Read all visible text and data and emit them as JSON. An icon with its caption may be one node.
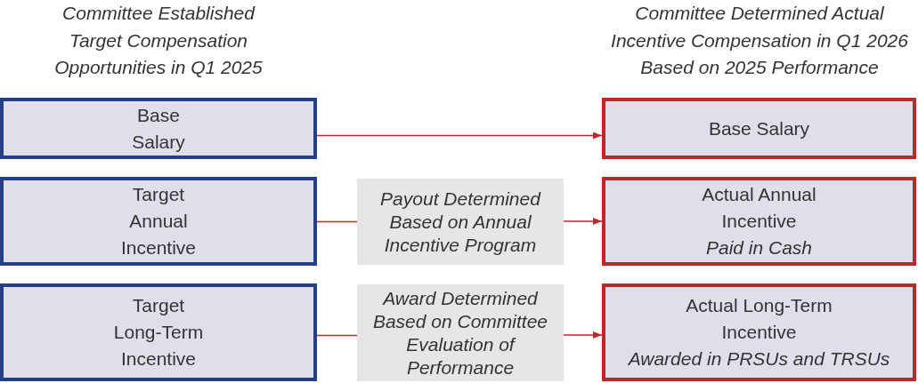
{
  "diagram": {
    "nodes": [
      {
        "text": [
          "Base Salary"
        ]
      },
      {
        "text": [
          "Base Salary"
        ]
      },
      {
        "text": [
          "Target Annual Incentive"
        ]
      },
      {
        "text": [
          "Payout Determined Based on Annual Incentive Program"
        ]
      },
      {
        "text": [
          "Actual Annual Incentive",
          "Paid in Cash"
        ]
      },
      {
        "text": [
          "Target Long-Term Incentive"
        ]
      },
      {
        "text": [
          "Award Determined Based on Committee Evaluation of Performance"
        ]
      },
      {
        "text": [
          "Actual Long-Term Incentive",
          "Awarded in PRSUs and TRSUs"
        ]
      }
    ],
    "edges": [
      {
        "from": 0,
        "to": 1,
        "arrow": "to"
      },
      {
        "from": 2,
        "to": 3,
        "arrow": "none"
      },
      {
        "from": 3,
        "to": 4,
        "arrow": "to"
      },
      {
        "from": 5,
        "to": 6,
        "arrow": "none"
      },
      {
        "from": 6,
        "to": 7,
        "arrow": "to"
      }
    ],
    "labels": [
      "Committee Established Target Compensation Opportunities in Q1 2025",
      "Committee Determined Actual Incentive Compensation in Q1 2026 Based on 2025 Performance"
    ]
  }
}
